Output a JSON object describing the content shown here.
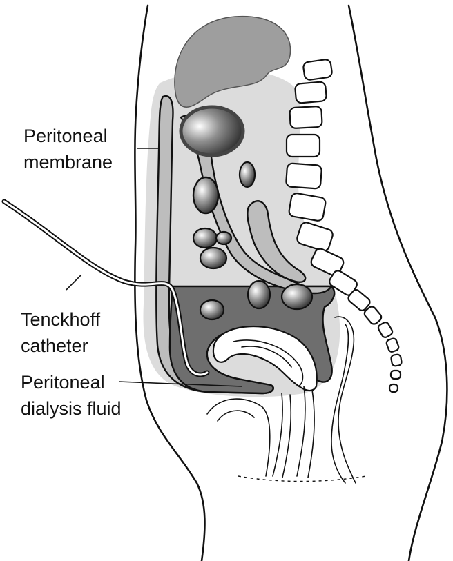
{
  "labels": {
    "membrane_line1": "Peritoneal",
    "membrane_line2": "membrane",
    "catheter_line1": "Tenckhoff",
    "catheter_line2": "catheter",
    "fluid_line1": "Peritoneal",
    "fluid_line2": "dialysis fluid"
  },
  "colors": {
    "peritoneal_cavity_shade": "#dcdcdc",
    "membrane_gray": "#bdbdbd",
    "liver_gray": "#9e9e9e",
    "fluid_dark": "#6e6e6e",
    "outline": "#111111",
    "background": "#ffffff"
  }
}
